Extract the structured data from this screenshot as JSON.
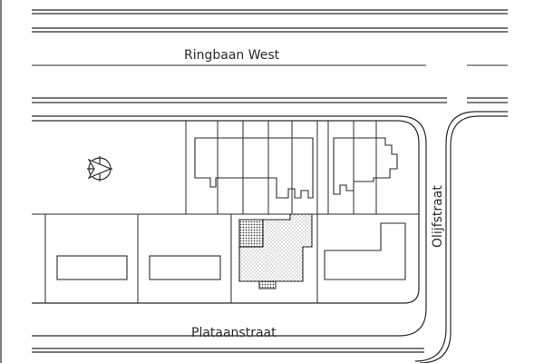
{
  "map": {
    "streets": {
      "ringbaan_west": "Ringbaan West",
      "plataanstraat": "Plataanstraat",
      "olijfstraat": "Olijfstraat"
    },
    "icons": {
      "north_arrow": "north-arrow-icon"
    },
    "colors": {
      "line": "#2a2a2a",
      "background": "#ffffff",
      "highlight_dots": "#555555",
      "hatch": "#444444"
    }
  }
}
